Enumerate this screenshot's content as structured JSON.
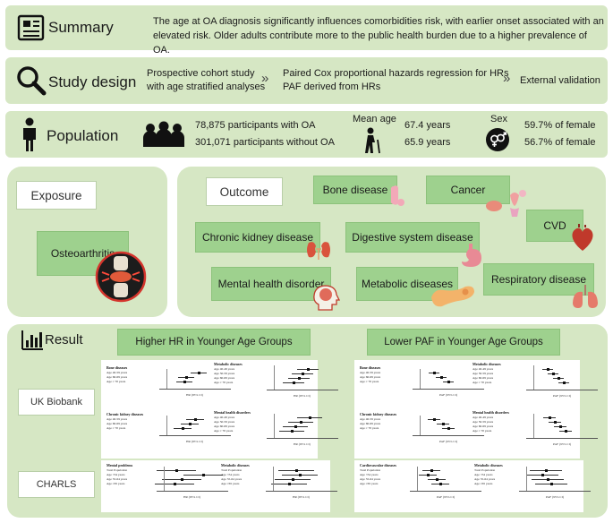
{
  "summary": {
    "label": "Summary",
    "text": "The age at OA diagnosis significantly influences comorbidities risk, with earlier onset associated with an elevated risk. Older adults contribute more to the public health burden due to a higher prevalence of OA."
  },
  "study_design": {
    "label": "Study design",
    "step1_line1": "Prospective cohort study",
    "step1_line2": "with age stratified analyses",
    "step2_line1": "Paired Cox proportional hazards regression for HRs",
    "step2_line2": "PAF derived from HRs",
    "step3": "External validation"
  },
  "population": {
    "label": "Population",
    "with_oa": "78,875 participants with OA",
    "without_oa": "301,071 participants without OA",
    "mean_age_head": "Mean age",
    "age_with": "67.4 years",
    "age_without": "65.9 years",
    "sex_head": "Sex",
    "sex_with": "59.7% of female",
    "sex_without": "56.7% of female"
  },
  "exposure": {
    "title": "Exposure",
    "item": "Osteoarthritis"
  },
  "outcome": {
    "title": "Outcome",
    "items": [
      "Bone disease",
      "Cancer",
      "CVD",
      "Chronic kidney disease",
      "Digestive system disease",
      "Mental health disorder",
      "Metabolic diseases",
      "Respiratory disease"
    ]
  },
  "result": {
    "label": "Result",
    "left_title": "Higher HR in Younger Age Groups",
    "right_title": "Lower PAF in Younger Age Groups",
    "cohort1": "UK Biobank",
    "cohort2": "CHARLS",
    "hr_ukb": [
      {
        "title": "Bone diseases",
        "rows": [
          "Age 40-59 years",
          "Age 60-69 years",
          "Age ≥ 70 years"
        ],
        "xlabel": "HR (95% CI)"
      },
      {
        "title": "Metabolic diseases",
        "rows": [
          "Age 40-49 years",
          "Age 50-59 years",
          "Age 60-69 years",
          "Age ≥ 70 years"
        ],
        "xlabel": "HR (95% CI)"
      },
      {
        "title": "Chronic kidney diseases",
        "rows": [
          "Age 40-59 years",
          "Age 60-69 years",
          "Age ≥ 70 years"
        ],
        "xlabel": "HR (95% CI)"
      },
      {
        "title": "Mental health disorders",
        "rows": [
          "Age 40-49 years",
          "Age 50-59 years",
          "Age 60-69 years",
          "Age ≥ 70 years"
        ],
        "xlabel": "HR (95% CI)"
      }
    ],
    "hr_charls": [
      {
        "title": "Mental problems",
        "rows": [
          "Total Population",
          "Age <54 years",
          "Age 55-64 years",
          "Age ≥65 years"
        ],
        "xlabel": "HR (95% CI)"
      },
      {
        "title": "Metabolic diseases",
        "rows": [
          "Total Population",
          "Age <54 years",
          "Age 55-64 years",
          "Age ≥65 years"
        ],
        "xlabel": "HR (95% CI)"
      }
    ],
    "paf_ukb": [
      {
        "title": "Bone diseases",
        "rows": [
          "Age 40-59 years",
          "Age 60-69 years",
          "Age ≥ 70 years"
        ],
        "xlabel": "PAF (95% CI)"
      },
      {
        "title": "Metabolic diseases",
        "rows": [
          "Age 40-49 years",
          "Age 50-59 years",
          "Age 60-69 years",
          "Age ≥ 70 years"
        ],
        "xlabel": "PAF (95% CI)"
      },
      {
        "title": "Chronic kidney diseases",
        "rows": [
          "Age 40-59 years",
          "Age 60-69 years",
          "Age ≥ 70 years"
        ],
        "xlabel": "PAF (95% CI)"
      },
      {
        "title": "Mental health disorders",
        "rows": [
          "Age 40-49 years",
          "Age 50-59 years",
          "Age 60-69 years",
          "Age ≥ 70 years"
        ],
        "xlabel": "PAF (95% CI)"
      }
    ],
    "paf_charls": [
      {
        "title": "Cardiovascular diseases",
        "rows": [
          "Total Population",
          "Age <54 years",
          "Age 55-64 years",
          "Age ≥65 years"
        ],
        "xlabel": "PAF (95% CI)"
      },
      {
        "title": "Metabolic diseases",
        "rows": [
          "Total Population",
          "Age <54 years",
          "Age 55-64 years",
          "Age ≥65 years"
        ],
        "xlabel": "PAF (95% CI)"
      }
    ]
  },
  "colors": {
    "band": "#d6e7c4",
    "box": "#9ed18e",
    "accent_red": "#d4342c"
  }
}
